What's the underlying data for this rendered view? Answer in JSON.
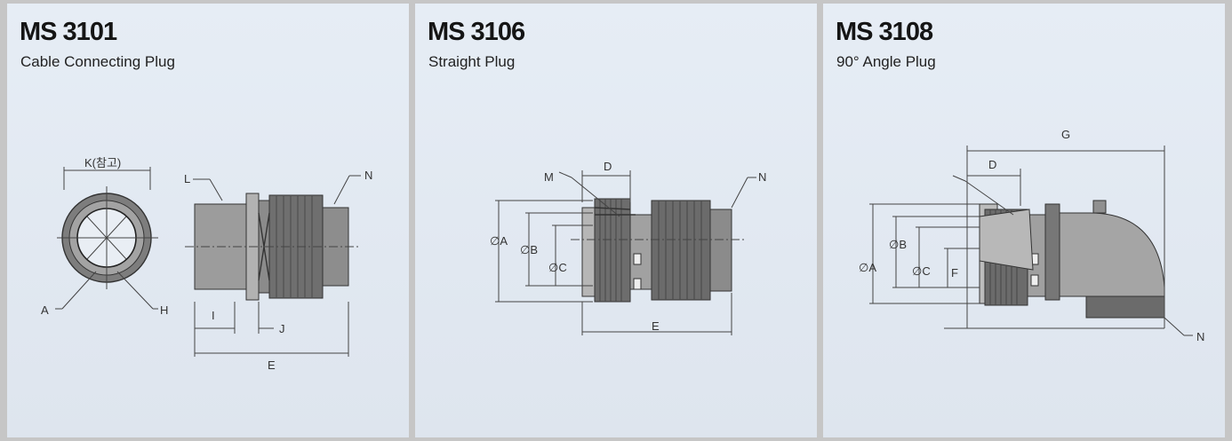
{
  "panels": [
    {
      "title": "MS 3101",
      "subtitle": "Cable Connecting Plug",
      "labels": {
        "K": "K(참고)",
        "L": "L",
        "N": "N",
        "A": "A",
        "H": "H",
        "I": "I",
        "J": "J",
        "E": "E"
      }
    },
    {
      "title": "MS 3106",
      "subtitle": "Straight Plug",
      "labels": {
        "D": "D",
        "M": "M",
        "N": "N",
        "A": "∅A",
        "B": "∅B",
        "C": "∅C",
        "E": "E"
      }
    },
    {
      "title": "MS 3108",
      "subtitle": "90° Angle Plug",
      "labels": {
        "G": "G",
        "D": "D",
        "A": "∅A",
        "B": "∅B",
        "C": "∅C",
        "F": "F",
        "N": "N"
      }
    }
  ]
}
